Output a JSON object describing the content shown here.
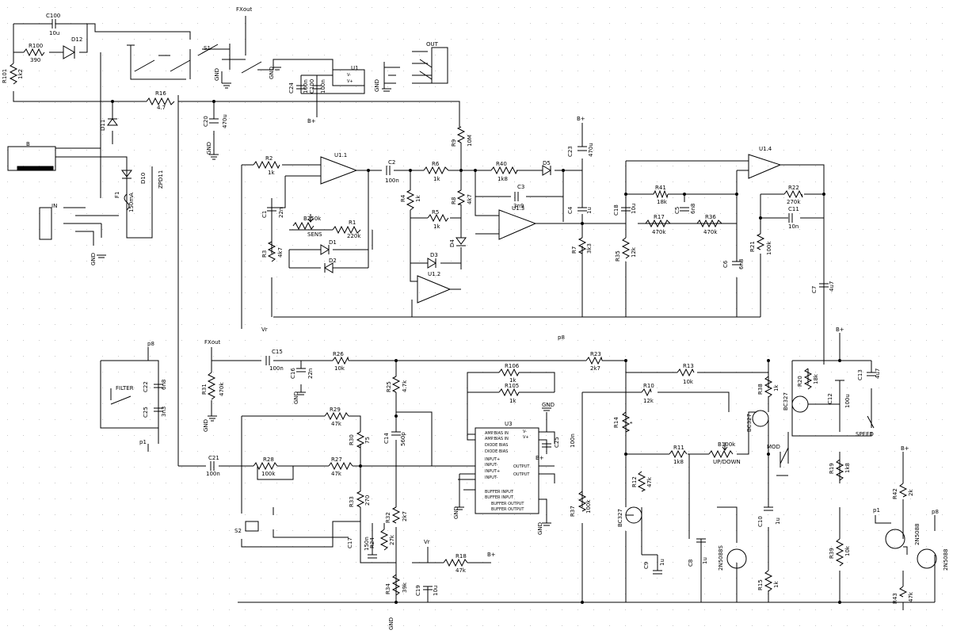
{
  "title": "",
  "background_color": "#ffffff",
  "line_color": "#000000",
  "grid": true,
  "nets": {
    "fxout_top": "FXout",
    "fxout_mid": "FXout",
    "vr_a": "Vr",
    "vr_b": "Vr",
    "bplus_a": "B+",
    "bplus_b": "B+",
    "bplus_c": "B+",
    "bplus_d": "B+",
    "bplus_e": "B+",
    "bplus_f": "B+",
    "p8_a": "p8",
    "p8_b": "p8",
    "p8_c": "p8",
    "p1_a": "p1",
    "p1_b": "p1",
    "gnd": "GND"
  },
  "connectors": {
    "out": "OUT",
    "in": "IN",
    "b": "B"
  },
  "switches": {
    "s1": "S1",
    "s2": "S2",
    "filter": "FILTER",
    "mod": "MOD",
    "speed": "SPEED",
    "updown": "UP/DOWN"
  },
  "ics": {
    "u1": "U1",
    "u1_vminus": "V-",
    "u1_vplus": "V+",
    "u11": "U1.1",
    "u12": "U1.2",
    "u13": "U1.3",
    "u14": "U1.4",
    "u3": "U3",
    "u3_pins_left": [
      "AMP.BIAS IN",
      "AMP.BIAS IN",
      "DIODE BIAS",
      "DIODE BIAS",
      "INPUT+",
      "INPUT-",
      "INPUT+",
      "INPUT-",
      "BUFFER INPUT",
      "BUFFER INPUT"
    ],
    "u3_pins_right": [
      "V-",
      "V+",
      "OUTPUT",
      "OUTPUT",
      "BUFFER OUTPUT",
      "BUFFER OUTPUT"
    ]
  },
  "resistors": [
    {
      "ref": "R100",
      "value": "390"
    },
    {
      "ref": "R101",
      "value": "1k2"
    },
    {
      "ref": "R16",
      "value": "4.7"
    },
    {
      "ref": "R2",
      "value": "1k"
    },
    {
      "ref": "R3",
      "value": "4k7"
    },
    {
      "ref": "R1",
      "value": "220k"
    },
    {
      "ref": "R6",
      "value": "1k"
    },
    {
      "ref": "R4",
      "value": "1k"
    },
    {
      "ref": "R5",
      "value": "1k"
    },
    {
      "ref": "R8",
      "value": "4k7"
    },
    {
      "ref": "R9",
      "value": "10M"
    },
    {
      "ref": "R40",
      "value": "1k8"
    },
    {
      "ref": "R7",
      "value": "3k3"
    },
    {
      "ref": "R35",
      "value": "12k"
    },
    {
      "ref": "R41",
      "value": "18k"
    },
    {
      "ref": "R17",
      "value": "470k"
    },
    {
      "ref": "R36",
      "value": "470k"
    },
    {
      "ref": "R22",
      "value": "270k"
    },
    {
      "ref": "R21",
      "value": "100k"
    },
    {
      "ref": "R31",
      "value": "470k"
    },
    {
      "ref": "R26",
      "value": "10k"
    },
    {
      "ref": "R23",
      "value": "2k7"
    },
    {
      "ref": "R25",
      "value": "4.7k"
    },
    {
      "ref": "R29",
      "value": "47k"
    },
    {
      "ref": "R30",
      "value": "75"
    },
    {
      "ref": "R28",
      "value": "100k"
    },
    {
      "ref": "R27",
      "value": "47k"
    },
    {
      "ref": "R33",
      "value": "270"
    },
    {
      "ref": "R32",
      "value": "2k7"
    },
    {
      "ref": "R24",
      "value": "27k"
    },
    {
      "ref": "R34",
      "value": "39k"
    },
    {
      "ref": "R18",
      "value": "47k"
    },
    {
      "ref": "R106",
      "value": "1k"
    },
    {
      "ref": "R105",
      "value": "1k"
    },
    {
      "ref": "R13",
      "value": "10k"
    },
    {
      "ref": "R10",
      "value": "12k"
    },
    {
      "ref": "R14",
      "value": "*"
    },
    {
      "ref": "R11",
      "value": "1k8"
    },
    {
      "ref": "R12",
      "value": "47k"
    },
    {
      "ref": "R37",
      "value": "100k"
    },
    {
      "ref": "R38",
      "value": "1k"
    },
    {
      "ref": "R20",
      "value": "18k"
    },
    {
      "ref": "R19",
      "value": "1k8"
    },
    {
      "ref": "R39",
      "value": "10k"
    },
    {
      "ref": "R15",
      "value": "1k"
    },
    {
      "ref": "R42",
      "value": "2k"
    },
    {
      "ref": "R43",
      "value": "47k"
    }
  ],
  "pots": [
    {
      "ref": "B250k",
      "label": "SENS"
    },
    {
      "ref": "B100k",
      "label": "UP/DOWN"
    }
  ],
  "capacitors": [
    {
      "ref": "C100",
      "value": "10u"
    },
    {
      "ref": "C24",
      "value": "100n"
    },
    {
      "ref": "C100",
      "value": "100n"
    },
    {
      "ref": "C20",
      "value": "470u"
    },
    {
      "ref": "C1",
      "value": "22n"
    },
    {
      "ref": "C2",
      "value": "100n"
    },
    {
      "ref": "C3",
      "value": "3n9"
    },
    {
      "ref": "C23",
      "value": "470u"
    },
    {
      "ref": "C4",
      "value": "1u"
    },
    {
      "ref": "C18",
      "value": "10u"
    },
    {
      "ref": "C5",
      "value": "6n8"
    },
    {
      "ref": "C11",
      "value": "10n"
    },
    {
      "ref": "C6",
      "value": "6n8"
    },
    {
      "ref": "C7",
      "value": "4u7"
    },
    {
      "ref": "C22",
      "value": "6n8"
    },
    {
      "ref": "C25",
      "value": "3n3"
    },
    {
      "ref": "C15",
      "value": "100n"
    },
    {
      "ref": "C16",
      "value": "22n"
    },
    {
      "ref": "C21",
      "value": "100n"
    },
    {
      "ref": "C14",
      "value": "560p"
    },
    {
      "ref": "C17",
      "value": "150n"
    },
    {
      "ref": "C19",
      "value": "10u"
    },
    {
      "ref": "C25",
      "value": "100n"
    },
    {
      "ref": "C9",
      "value": "1u"
    },
    {
      "ref": "C8",
      "value": "1u"
    },
    {
      "ref": "C10",
      "value": "1u"
    },
    {
      "ref": "C12",
      "value": "100u"
    },
    {
      "ref": "C13",
      "value": "4u7"
    }
  ],
  "diodes": [
    {
      "ref": "D12",
      "value": ""
    },
    {
      "ref": "D11",
      "value": ""
    },
    {
      "ref": "D10",
      "value": "ZPD11"
    },
    {
      "ref": "D1",
      "value": ""
    },
    {
      "ref": "D2",
      "value": ""
    },
    {
      "ref": "D3",
      "value": ""
    },
    {
      "ref": "D4",
      "value": ""
    },
    {
      "ref": "D5",
      "value": ""
    }
  ],
  "fuse": {
    "ref": "F1",
    "value": "150mA"
  },
  "transistors": [
    {
      "ref": "BC327",
      "value": ""
    },
    {
      "ref": "BC327",
      "value": ""
    },
    {
      "ref": "BC327",
      "value": ""
    },
    {
      "ref": "2N5088",
      "value": ""
    },
    {
      "ref": "2N5088",
      "value": ""
    },
    {
      "ref": "2N5088S",
      "value": ""
    }
  ]
}
